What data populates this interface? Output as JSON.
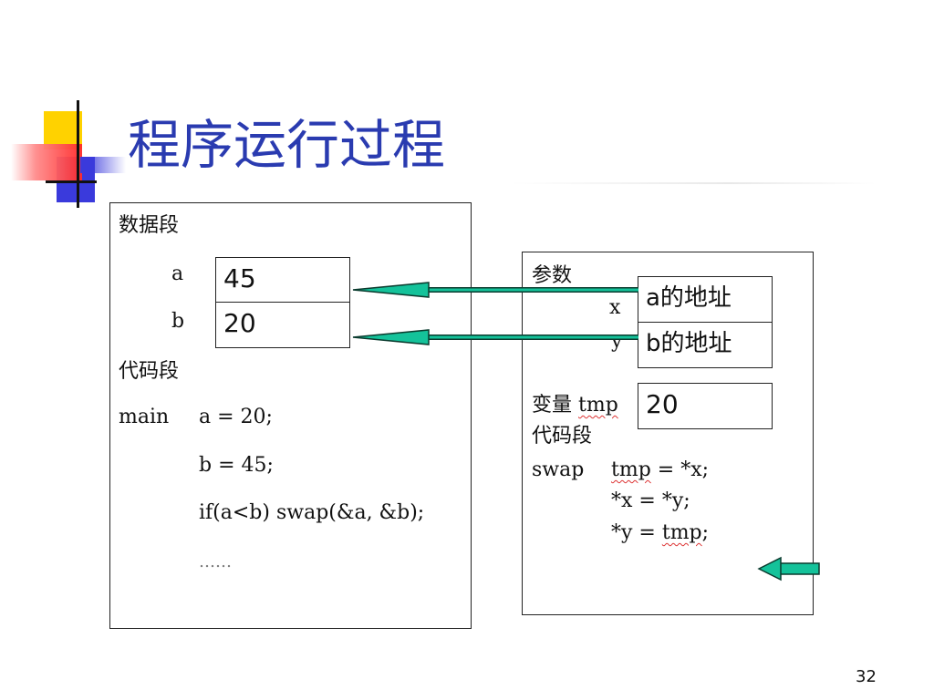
{
  "slide": {
    "title": "程序运行过程",
    "page_number": "32"
  },
  "left_panel": {
    "data_segment_label": "数据段",
    "var_a_label": "a",
    "var_a_value": "45",
    "var_b_label": "b",
    "var_b_value": "20",
    "code_segment_label": "代码段",
    "main_label": "main",
    "code_lines": [
      "a = 20;",
      "b = 45;",
      "if(a<b) swap(&a, &b);",
      "……"
    ]
  },
  "right_panel": {
    "params_label": "参数",
    "param_x_label": "x",
    "param_x_value": "a的地址",
    "param_y_label": "y",
    "param_y_value": "b的地址",
    "var_label": "变量",
    "tmp_label": "tmp",
    "tmp_value": "20",
    "code_segment_label": "代码段",
    "swap_label": "swap",
    "code_lines": [
      "tmp = *x;",
      "*x = *y;",
      "*y = tmp;"
    ]
  },
  "colors": {
    "title": "#2a3bb0",
    "arrow_fill": "#14c29a",
    "arrow_stroke": "#0a3b2e"
  },
  "icons": {
    "title_decoration": "square-cluster-icon",
    "pointer_arrows": "left-arrow-icon",
    "current_line_marker": "left-arrow-icon"
  }
}
